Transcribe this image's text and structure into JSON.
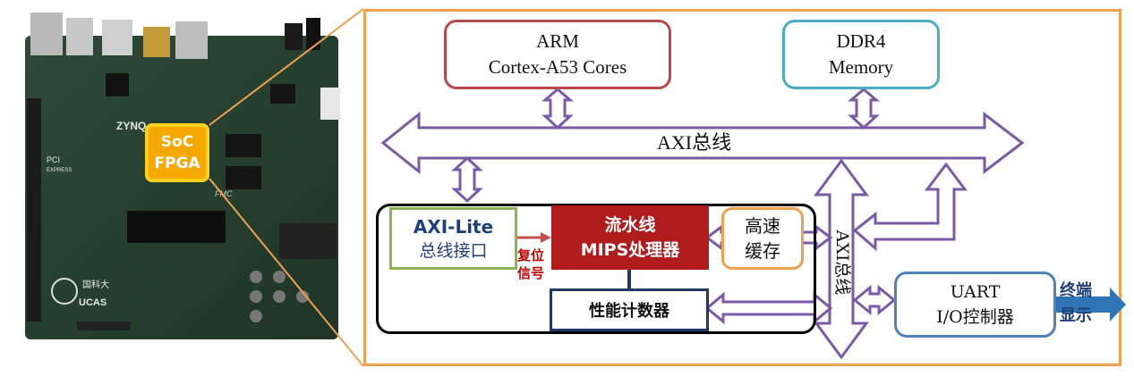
{
  "board": {
    "soc_label_line1": "SoC",
    "soc_label_line2": "FPGA",
    "chip_text": "ZYNQ",
    "pci_text": "PCI",
    "express_text": "EXPRESS",
    "ucas_text": "UCAS",
    "fmc_text": "FMC",
    "univ_text": "国科大"
  },
  "diagram": {
    "arm_line1": "ARM",
    "arm_line2": "Cortex-A53 Cores",
    "ddr_line1": "DDR4",
    "ddr_line2": "Memory",
    "axi_bus_h": "AXI总线",
    "axi_bus_v": "AXI总线",
    "axilite_line1": "AXI-Lite",
    "axilite_line2": "总线接口",
    "reset_line1": "复位",
    "reset_line2": "信号",
    "mips_line1": "流水线",
    "mips_line2": "MIPS处理器",
    "cache_line1": "高速",
    "cache_line2": "缓存",
    "perf_counter": "性能计数器",
    "uart_line1": "UART",
    "uart_line2": "I/O控制器",
    "terminal_line1": "终端",
    "terminal_line2": "显示"
  },
  "colors": {
    "frame": "#f0a050",
    "arrow": "#7a5aa6",
    "arm_border": "#b84a4a",
    "ddr_border": "#4aacc6",
    "axilite_border": "#8ab450",
    "mips_fill": "#b01c1c",
    "cache_border": "#f0a050",
    "perf_border": "#1f3864",
    "uart_border": "#4f81bd",
    "soc_fill": "#ffd020"
  }
}
